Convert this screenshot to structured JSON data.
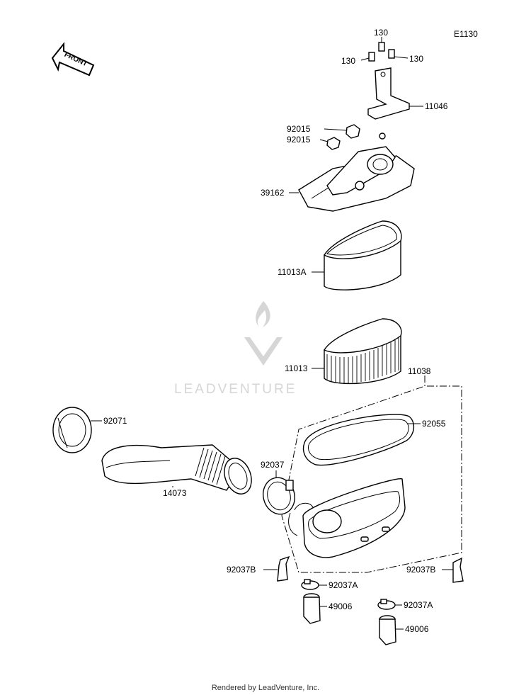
{
  "diagram_code": "E1130",
  "footer": "Rendered by LeadVenture, Inc.",
  "watermark": "LEADVENTURE",
  "front_label": "FRONT",
  "parts": [
    {
      "id": "p130a",
      "number": "130"
    },
    {
      "id": "p130b",
      "number": "130"
    },
    {
      "id": "p130c",
      "number": "130"
    },
    {
      "id": "p11046",
      "number": "11046"
    },
    {
      "id": "p92015a",
      "number": "92015"
    },
    {
      "id": "p92015b",
      "number": "92015"
    },
    {
      "id": "p39162",
      "number": "39162"
    },
    {
      "id": "p11013A",
      "number": "11013A"
    },
    {
      "id": "p11013",
      "number": "11013"
    },
    {
      "id": "p11038",
      "number": "11038"
    },
    {
      "id": "p92071",
      "number": "92071"
    },
    {
      "id": "p92055",
      "number": "92055"
    },
    {
      "id": "p92037",
      "number": "92037"
    },
    {
      "id": "p14073",
      "number": "14073"
    },
    {
      "id": "p92037Ba",
      "number": "92037B"
    },
    {
      "id": "p92037Bb",
      "number": "92037B"
    },
    {
      "id": "p92037Aa",
      "number": "92037A"
    },
    {
      "id": "p92037Ab",
      "number": "92037A"
    },
    {
      "id": "p49006a",
      "number": "49006"
    },
    {
      "id": "p49006b",
      "number": "49006"
    }
  ]
}
